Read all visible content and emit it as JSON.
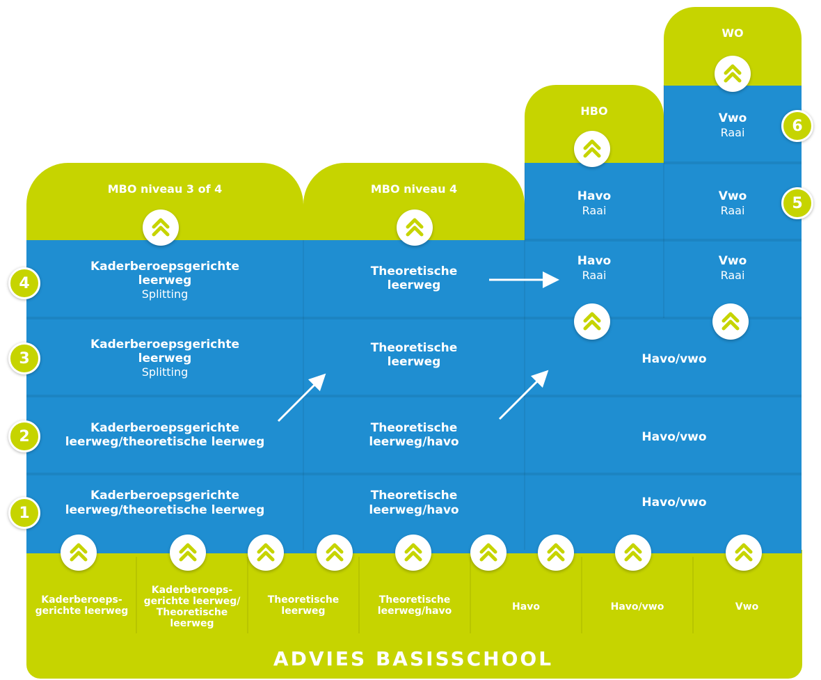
{
  "headers": {
    "wo": "WO",
    "hbo": "HBO",
    "mbo34": "MBO niveau 3 of 4",
    "mbo4": "MBO niveau 4"
  },
  "levels": [
    "1",
    "2",
    "3",
    "4",
    "5",
    "6"
  ],
  "row6": {
    "vwo": {
      "main": "Vwo",
      "sub": "Raai"
    }
  },
  "row5": {
    "havo": {
      "main": "Havo",
      "sub": "Raai"
    },
    "vwo": {
      "main": "Vwo",
      "sub": "Raai"
    }
  },
  "row4": {
    "kader": {
      "main1": "Kaderberoepsgerichte",
      "main2": "leerweg",
      "sub": "Splitting"
    },
    "theo": {
      "main1": "Theoretische",
      "main2": "leerweg"
    },
    "havo": {
      "main": "Havo",
      "sub": "Raai"
    },
    "vwo": {
      "main": "Vwo",
      "sub": "Raai"
    }
  },
  "row3": {
    "kader": {
      "main1": "Kaderberoepsgerichte",
      "main2": "leerweg",
      "sub": "Splitting"
    },
    "theo": {
      "main1": "Theoretische",
      "main2": "leerweg"
    },
    "havovwo": "Havo/vwo"
  },
  "row2": {
    "kader": {
      "main1": "Kaderberoepsgerichte",
      "main2": "leerweg/theoretische leerweg"
    },
    "theo": {
      "main1": "Theoretische",
      "main2": "leerweg/havo"
    },
    "havovwo": "Havo/vwo"
  },
  "row1": {
    "kader": {
      "main1": "Kaderberoepsgerichte",
      "main2": "leerweg/theoretische leerweg"
    },
    "theo": {
      "main1": "Theoretische",
      "main2": "leerweg/havo"
    },
    "havovwo": "Havo/vwo"
  },
  "bottom": {
    "c1": {
      "l1": "Kaderberoeps-",
      "l2": "gerichte leerweg"
    },
    "c2": {
      "l1": "Kaderberoeps-",
      "l2": "gerichte leerweg/",
      "l3": "Theoretische",
      "l4": "leerweg"
    },
    "c3": {
      "l1": "Theoretische",
      "l2": "leerweg"
    },
    "c4": {
      "l1": "Theoretische",
      "l2": "leerweg/havo"
    },
    "c5": "Havo",
    "c6": "Havo/vwo",
    "c7": "Vwo"
  },
  "footer": "ADVIES BASISSCHOOL",
  "colors": {
    "lime": "#c6d400",
    "blue": "#1f8ed1",
    "white": "#ffffff"
  },
  "icons": [
    "chevron-up-double-icon",
    "arrow-right-icon",
    "arrow-diagonal-icon"
  ]
}
